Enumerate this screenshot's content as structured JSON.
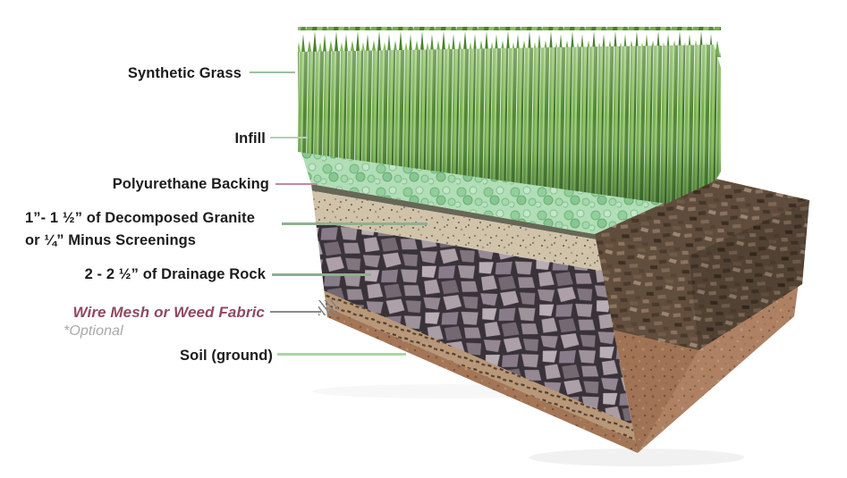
{
  "diagram": {
    "subject": "Synthetic grass installation cross-section",
    "labels": [
      {
        "name": "synthetic-grass",
        "text": "Synthetic Grass",
        "line_color": "#9fbf9f"
      },
      {
        "name": "infill",
        "text": "Infill",
        "line_color": "#b9cdb9"
      },
      {
        "name": "polyurethane-backing",
        "text": "Polyurethane Backing",
        "line_color": "#c08b9b"
      },
      {
        "name": "decomposed-granite",
        "text": "1”- 1 ½” of Decomposed Granite",
        "text_line2": "or ¼” Minus Screenings",
        "line_color": "#8fb18f"
      },
      {
        "name": "drainage-rock",
        "text": "2 - 2 ½” of Drainage Rock",
        "line_color": "#8fae8f"
      },
      {
        "name": "wire-mesh",
        "text": "Wire Mesh or Weed Fabric",
        "note": "*Optional",
        "line_color": "#8a8a8a",
        "text_color": "#8e4a5e",
        "note_color": "#a8a8a8"
      },
      {
        "name": "soil-ground",
        "text": "Soil (ground)",
        "line_color": "#a9d6a3"
      }
    ],
    "materials": {
      "grass_green": "#6fa84c",
      "infill_green": "#b9e5bf",
      "backing_dark": "#6b6b5a",
      "granite_tan": "#d7cab0",
      "rock_gray": "#9b8d98",
      "soil_brown": "#a97a5a",
      "mulch_brown": "#5f4c3c",
      "label_text": "#1c1c1c"
    }
  }
}
